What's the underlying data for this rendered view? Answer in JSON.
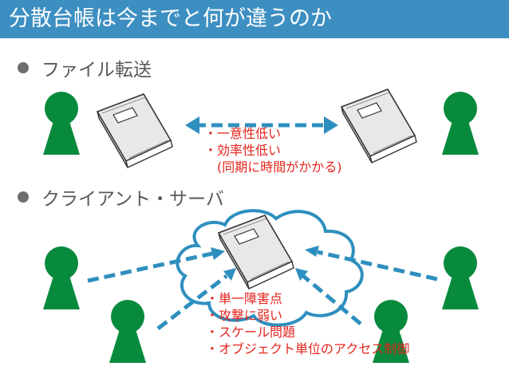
{
  "title": "分散台帳は今までと何が違うのか",
  "colors": {
    "accent": "#3d8fc2",
    "person": "#088a3d",
    "arrow": "#2e8fbf",
    "note": "#e3241d",
    "book_cover": "#f2f2f2"
  },
  "sections": [
    {
      "label": "ファイル転送",
      "notes": [
        "・一意性低い",
        "・効率性低い",
        "　(同期に時間がかかる)"
      ]
    },
    {
      "label": "クライアント・サーバ",
      "notes": [
        "・単一障害点",
        "・攻撃に弱い",
        "・スケール問題",
        "・オブジェクト単位のアクセス制御"
      ]
    }
  ],
  "icons": [
    "person-icon",
    "ledger-book-icon",
    "cloud-icon",
    "dashed-arrow-icon"
  ]
}
